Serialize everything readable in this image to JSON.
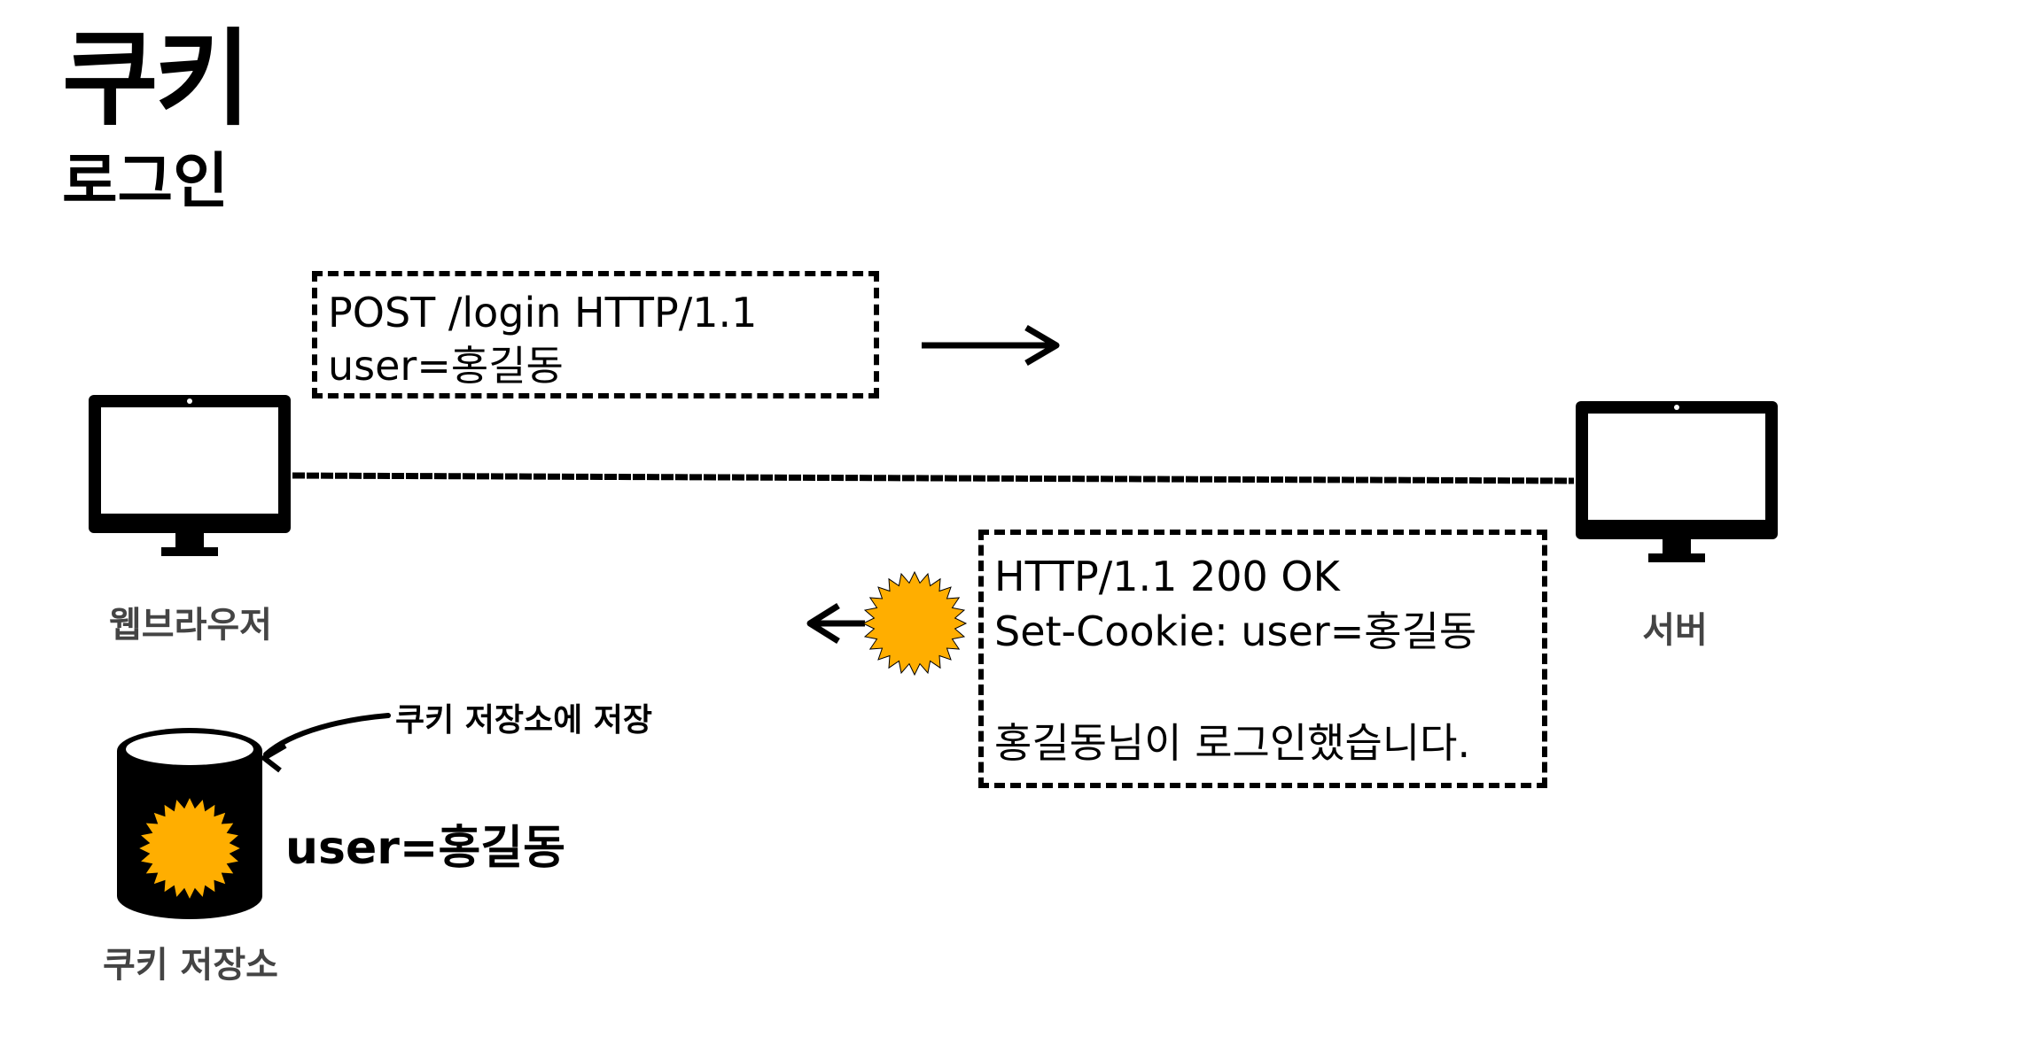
{
  "title": "쿠키",
  "subtitle": "로그인",
  "request": {
    "line1": "POST /login HTTP/1.1",
    "line2": "user=홍길동"
  },
  "response": {
    "line1": "HTTP/1.1 200 OK",
    "line2": "Set-Cookie: user=홍길동",
    "line3": "홍길동님이 로그인했습니다."
  },
  "client_label": "웹브라우저",
  "server_label": "서버",
  "storage_note": "쿠키 저장소에 저장",
  "storage_value": "user=홍길동",
  "storage_label": "쿠키 저장소",
  "colors": {
    "cookie": "#FFAE00",
    "ink": "#000000",
    "caption": "#444444"
  }
}
